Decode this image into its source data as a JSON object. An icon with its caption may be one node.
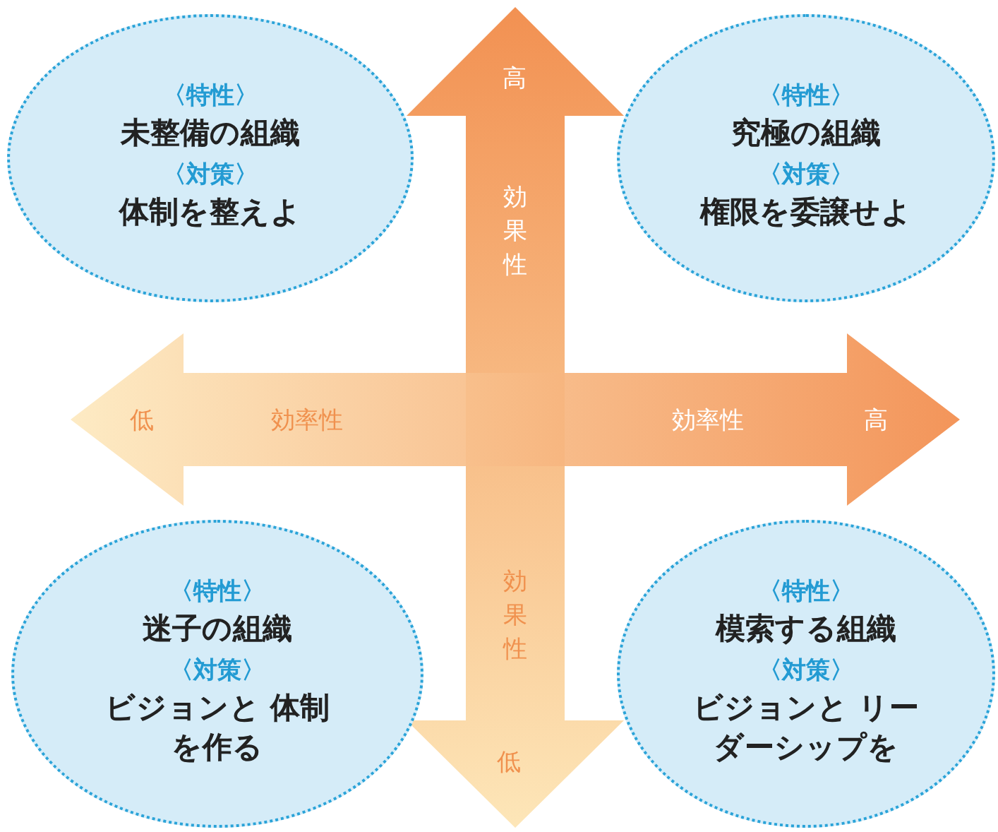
{
  "diagram": {
    "nodes": [
      {
        "text": [
          "〈特性〉",
          "未整備の組織",
          "〈対策〉",
          "体制を整えよ"
        ]
      },
      {
        "text": [
          "〈特性〉",
          "究極の組織",
          "〈対策〉",
          "権限を委譲せよ"
        ]
      },
      {
        "text": [
          "〈特性〉",
          "迷子の組織",
          "〈対策〉",
          "ビジョンと 体制を作る"
        ]
      },
      {
        "text": [
          "〈特性〉",
          "模索する組織",
          "〈対策〉",
          "ビジョンと リーダーシップを"
        ]
      }
    ],
    "labels": [
      "高",
      "効果性",
      "低",
      "効率性",
      "効率性",
      "高",
      "効果性",
      "低"
    ]
  }
}
